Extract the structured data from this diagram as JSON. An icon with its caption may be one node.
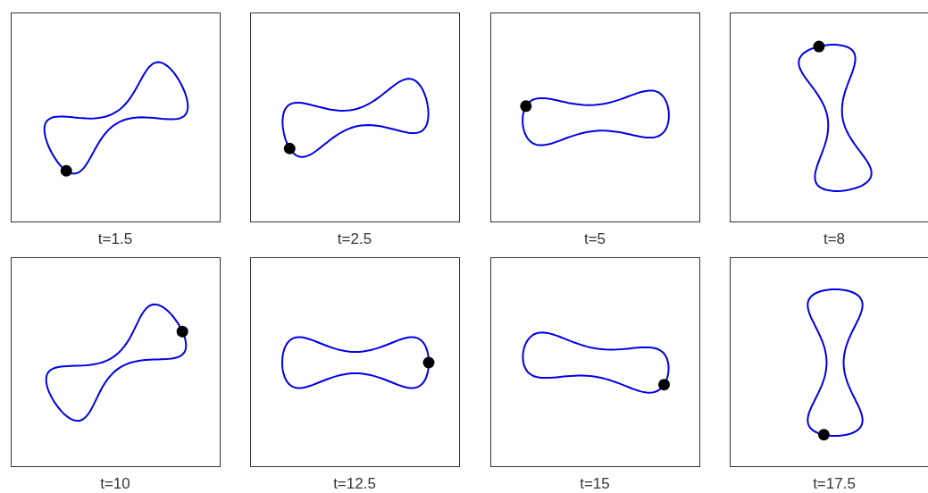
{
  "diagram": {
    "labels": [
      "t=1.5",
      "t=2.5",
      "t=5",
      "t=8",
      "t=10",
      "t=12.5",
      "t=15",
      "t=17.5"
    ]
  }
}
